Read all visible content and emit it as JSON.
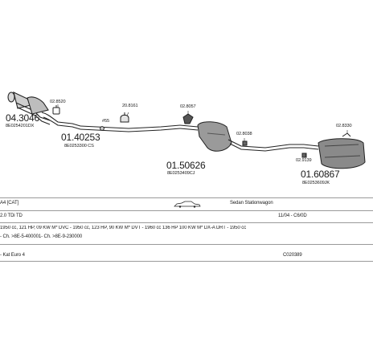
{
  "parts": {
    "p1": {
      "number": "04.3046",
      "oem": "8E0254201DX",
      "ref": "02.8520"
    },
    "p2": {
      "number": "01.40253",
      "oem": "8E0253300 CS",
      "ref": "20.8161",
      "mark": "#55"
    },
    "p3": {
      "number": "01.50626",
      "oem": "8E0253409CJ",
      "ref": "02.8057"
    },
    "p4": {
      "number": "01.60867",
      "oem": "8E0253609JK",
      "ref_a": "02.8038",
      "ref_b": "02.8330",
      "ref_c": "02.9139"
    }
  },
  "info": {
    "model": "A4 [CAT]",
    "body": "Sedan Stationwagon",
    "engine": "2.0 TDi TD",
    "dates": "11/04 - C6/0D",
    "spec1": "1950 cc, 121 HP, 09 KW M* DVC - 1950 cc, 123 HP, 90 KW M* DVT - 1960 cc 136 HP 100 KW M* DX-A DRT - 1950 cc",
    "spec2": "- Ch. >8E-5-400001- Ch. >8E-9-230000",
    "cert": "- Kat Euro 4",
    "code": "C020389"
  }
}
